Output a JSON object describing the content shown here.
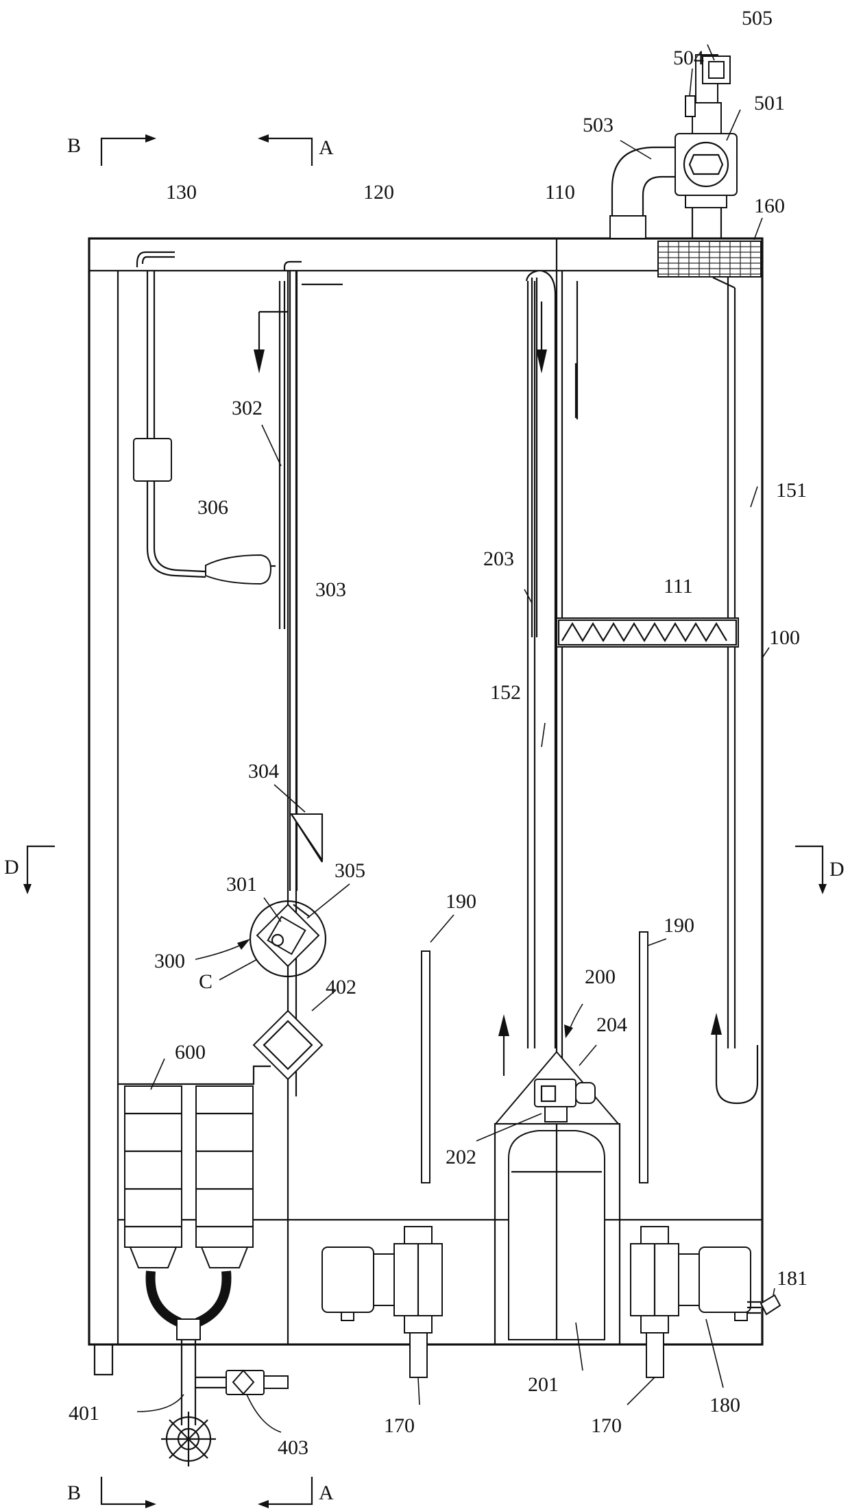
{
  "labels": {
    "l505": "505",
    "l504": "504",
    "l501": "501",
    "l503": "503",
    "l110": "110",
    "l120": "120",
    "l130": "130",
    "l160": "160",
    "l151": "151",
    "l111": "111",
    "l100": "100",
    "l152": "152",
    "l203": "203",
    "l302": "302",
    "l303": "303",
    "l306": "306",
    "l304": "304",
    "l305": "305",
    "l301": "301",
    "l300": "300",
    "lC": "C",
    "l402": "402",
    "l600": "600",
    "l190a": "190",
    "l190b": "190",
    "l200": "200",
    "l204": "204",
    "l202": "202",
    "l201": "201",
    "l170a": "170",
    "l170b": "170",
    "l180": "180",
    "l181": "181",
    "l401": "401",
    "l403": "403"
  },
  "section_marks": {
    "b_top": "B",
    "a_top": "A",
    "b_bottom": "B",
    "a_bottom": "A",
    "d_left": "D",
    "d_right": "D"
  }
}
